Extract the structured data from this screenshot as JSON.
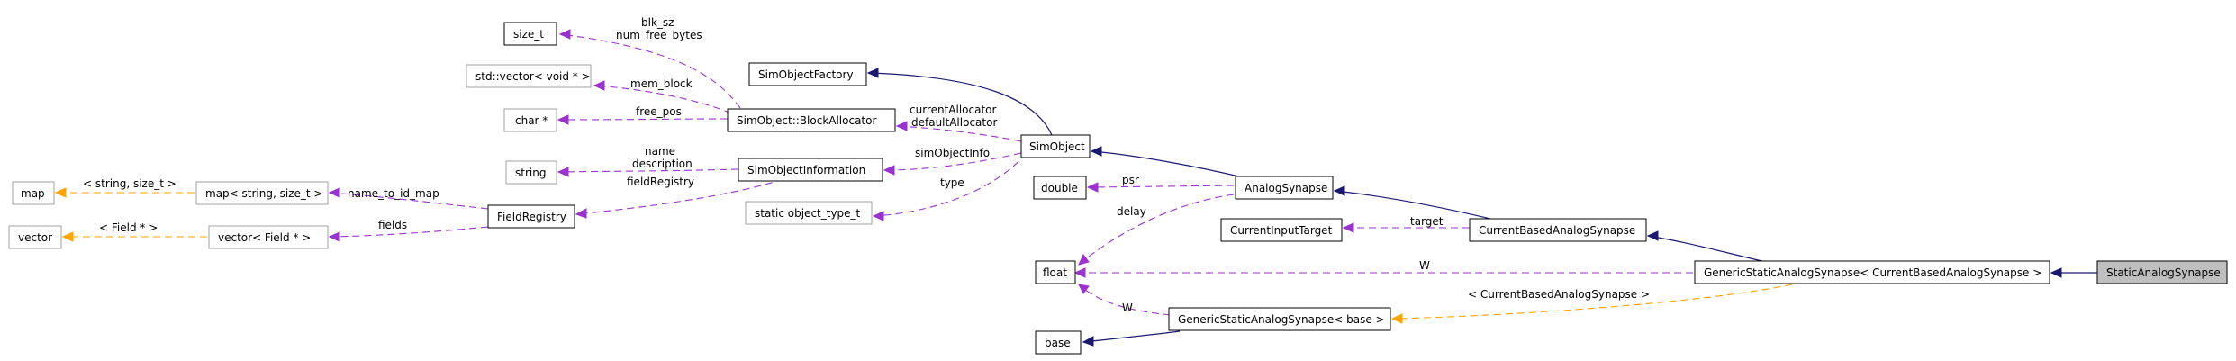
{
  "nodes": {
    "size_t": "size_t",
    "std_vector_void": "std::vector< void * >",
    "char_ptr": "char *",
    "simobjectfactory": "SimObjectFactory",
    "blockallocator": "SimObject::BlockAllocator",
    "simobject": "SimObject",
    "string": "string",
    "simobjectinformation": "SimObjectInformation",
    "map": "map",
    "map_string_size_t": "map< string, size_t >",
    "fieldregistry": "FieldRegistry",
    "vector": "vector",
    "vector_field": "vector< Field * >",
    "static_object_type_t": "static object_type_t",
    "double": "double",
    "analogsynapse": "AnalogSynapse",
    "currentinputtarget": "CurrentInputTarget",
    "currentbasedanalogsynapse": "CurrentBasedAnalogSynapse",
    "float": "float",
    "genericstatic_cbas": "GenericStaticAnalogSynapse< CurrentBasedAnalogSynapse >",
    "staticanalogsynapse": "StaticAnalogSynapse",
    "genericstatic_base": "GenericStaticAnalogSynapse< base >",
    "base": "base"
  },
  "edge_labels": {
    "blk_sz": "blk_sz",
    "num_free_bytes": "num_free_bytes",
    "mem_block": "mem_block",
    "free_pos": "free_pos",
    "current_allocator": "currentAllocator",
    "default_allocator": "defaultAllocator",
    "name": "name",
    "description": "description",
    "field_registry": "fieldRegistry",
    "sim_object_info": "simObjectInfo",
    "string_size_t": "< string, size_t >",
    "name_to_id_map": "name_to_id_map",
    "field_ptr": "< Field * >",
    "fields": "fields",
    "type": "type",
    "psr": "psr",
    "delay": "delay",
    "target": "target",
    "w_top": "W",
    "w_bottom": "W",
    "cbas_template": "< CurrentBasedAnalogSynapse >"
  },
  "colors": {
    "inheritance": "#191970",
    "usage": "#9a32cd",
    "template": "#ffa500",
    "selected_fill": "#bfbfbf"
  }
}
